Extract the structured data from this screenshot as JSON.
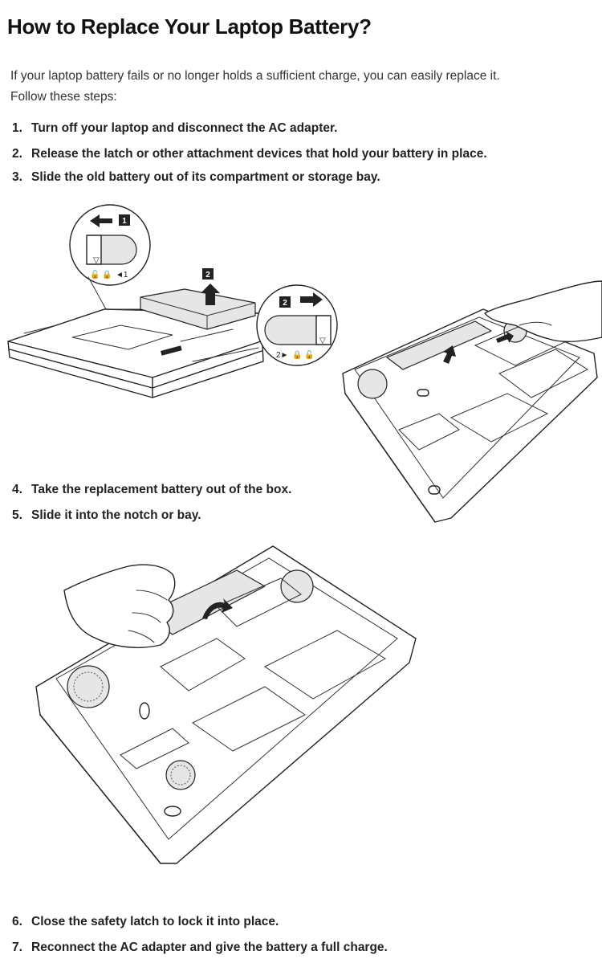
{
  "title": "How to Replace Your Laptop Battery?",
  "intro": {
    "line1": "If your laptop battery fails or no longer holds a sufficient charge, you can easily replace it.",
    "line2": "Follow these steps:"
  },
  "steps": [
    {
      "num": "1.",
      "text": "Turn off your laptop and disconnect the AC adapter."
    },
    {
      "num": "2.",
      "text": "Release the latch or other attachment devices that hold your battery in place."
    },
    {
      "num": "3.",
      "text": "Slide the old battery out of its compartment or storage bay."
    },
    {
      "num": "4.",
      "text": "Take the replacement battery out of the box."
    },
    {
      "num": "5.",
      "text": "Slide it into the notch or bay."
    },
    {
      "num": "6.",
      "text": "Close the safety latch to lock it into place."
    },
    {
      "num": "7.",
      "text": "Reconnect the AC adapter and give the battery a full charge."
    }
  ],
  "figure1": {
    "callout1_badge": "1",
    "callout1_label": "◄1",
    "badge2_top": "2",
    "callout2_badge": "2",
    "callout2_label": "2►"
  }
}
